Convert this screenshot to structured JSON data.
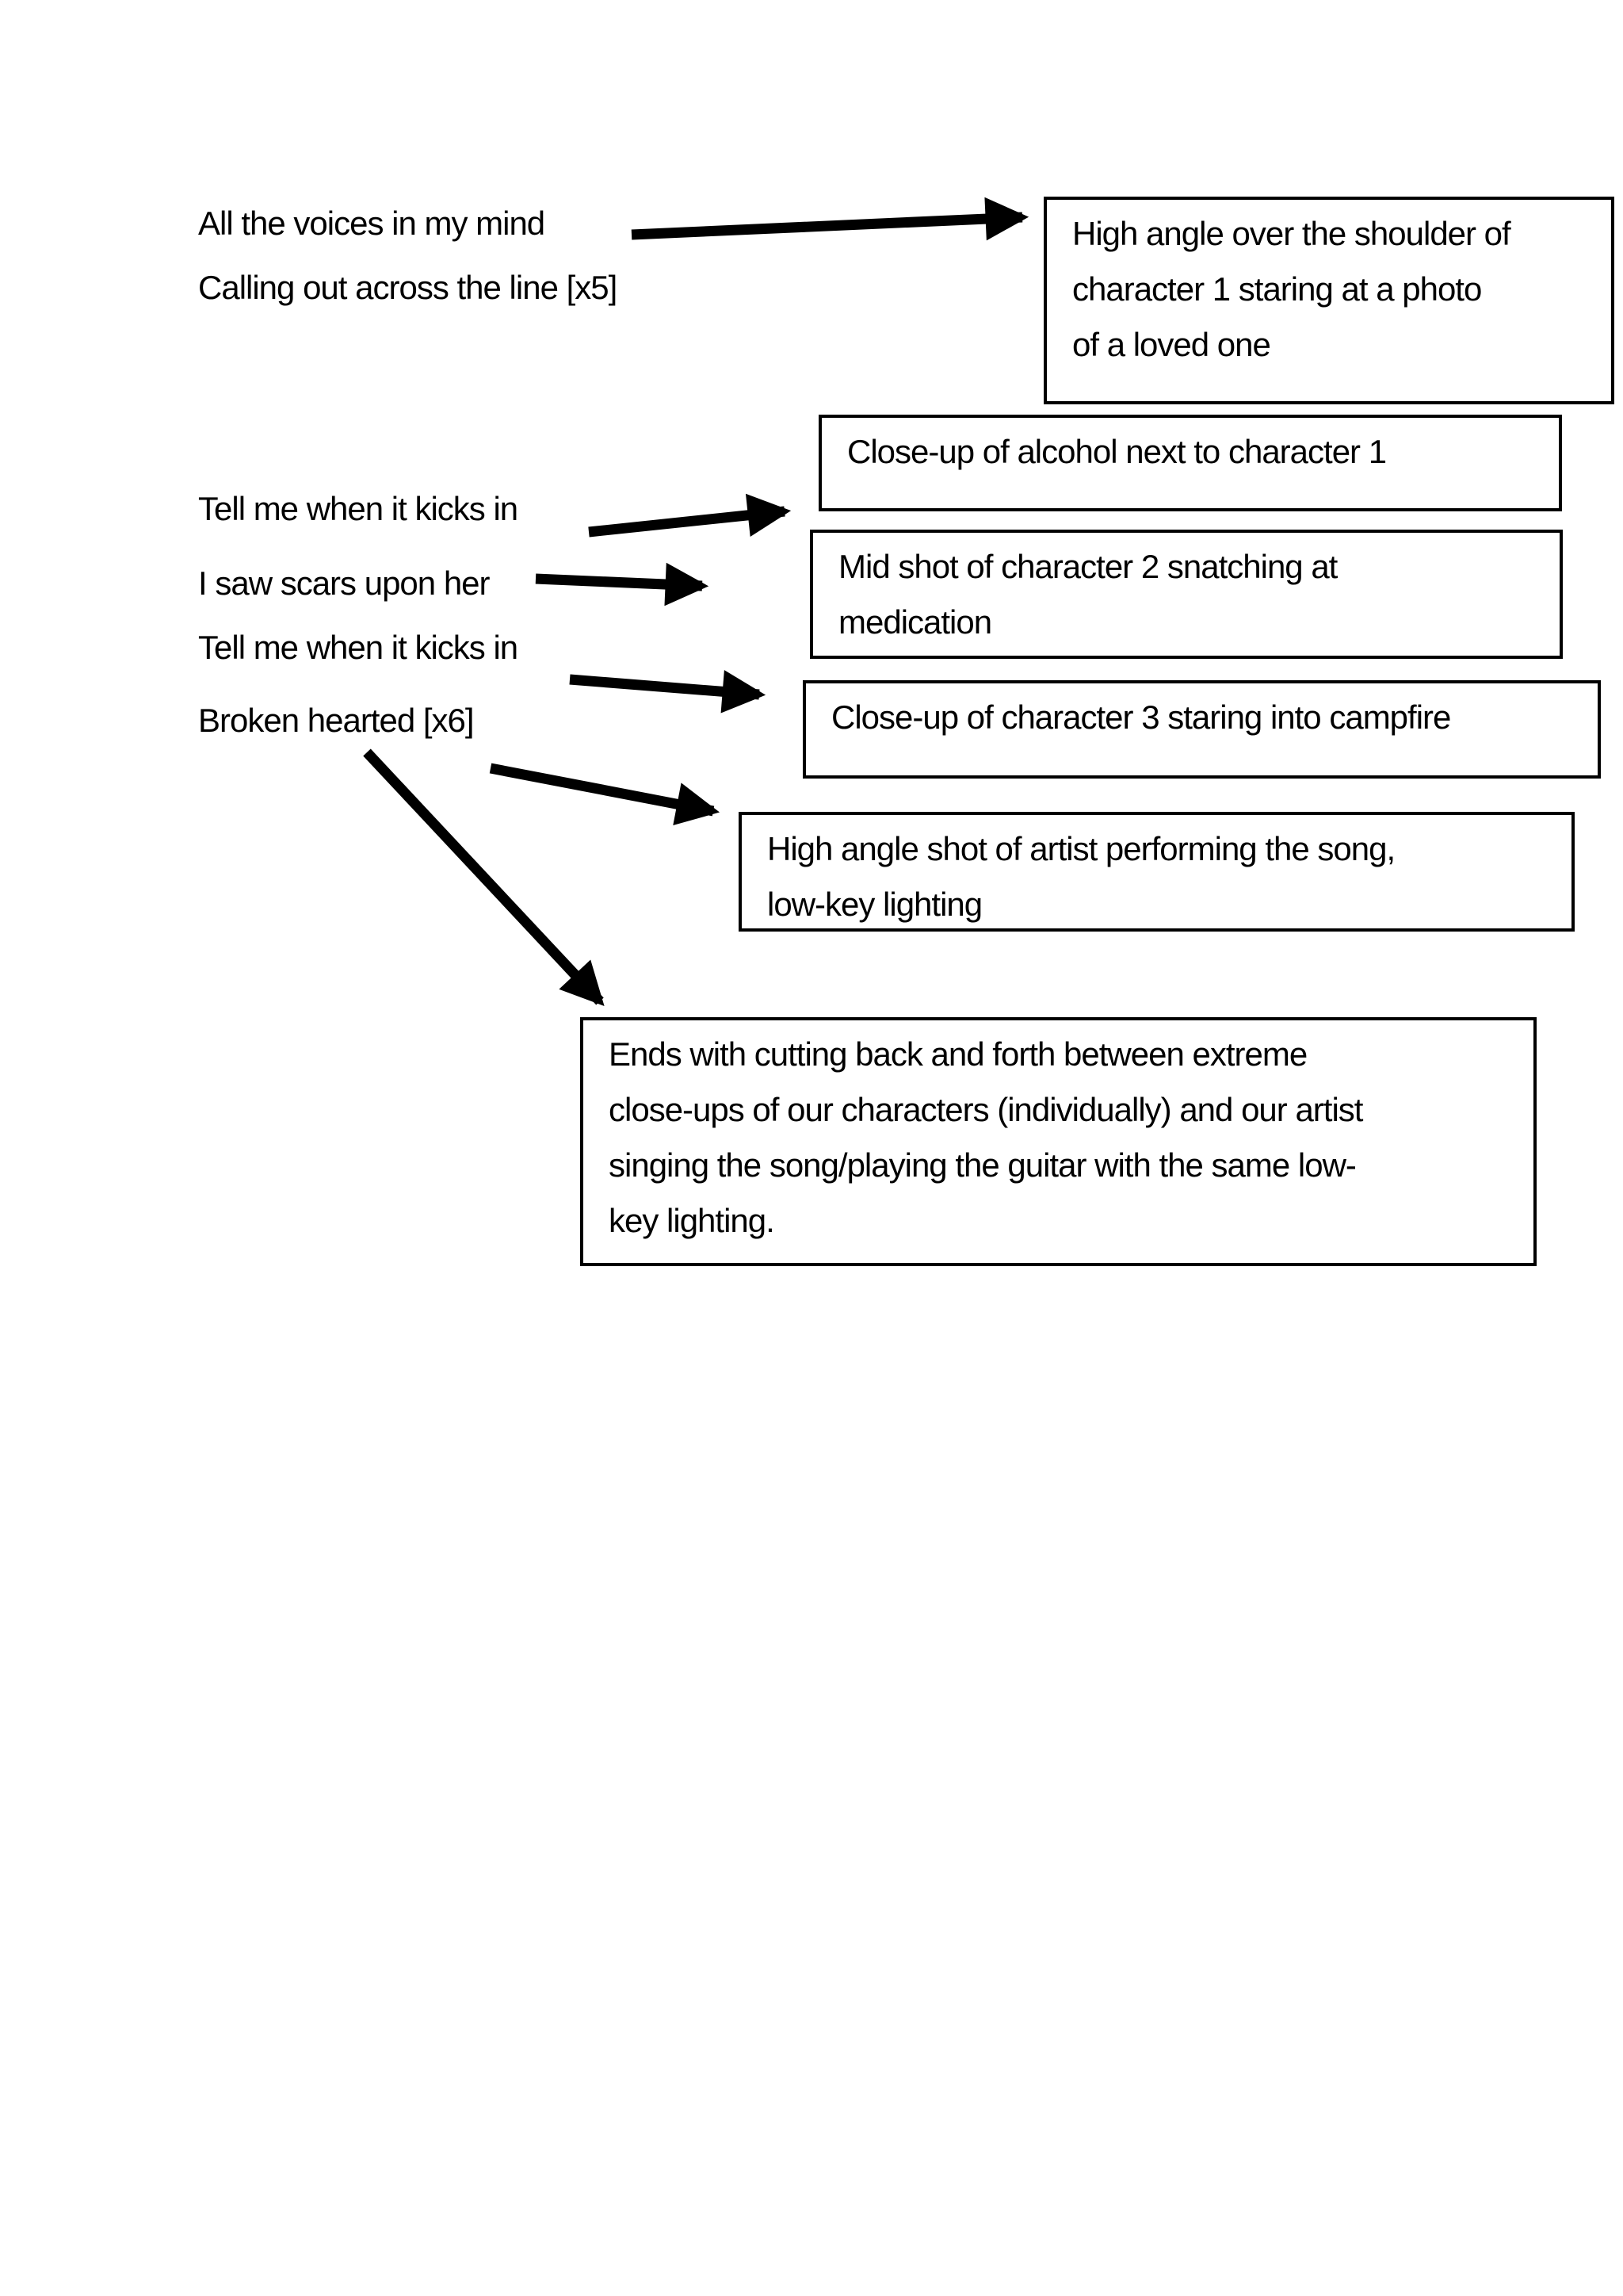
{
  "page": {
    "background": "#ffffff",
    "ink_color": "#000000",
    "description": "Music video shot-planning sheet: lyric lines linked by arrows to shot descriptions"
  },
  "lyrics": [
    {
      "text": "All the voices in my mind"
    },
    {
      "text": "Calling out across the line [x5]"
    },
    {
      "text": "Tell me when it kicks in"
    },
    {
      "text": "I saw scars upon her"
    },
    {
      "text": "Tell me when it kicks in"
    },
    {
      "text": "Broken hearted [x6]"
    }
  ],
  "shots": [
    {
      "lines": [
        "High angle over the shoulder of",
        "character 1 staring at a photo",
        "of a loved one"
      ]
    },
    {
      "lines": [
        "Close-up of alcohol next to character 1"
      ]
    },
    {
      "lines": [
        "Mid shot of character 2 snatching at",
        "medication"
      ]
    },
    {
      "lines": [
        "Close-up of character 3 staring into campfire"
      ]
    },
    {
      "lines": [
        "High angle shot of artist performing the song,",
        "low-key lighting"
      ]
    },
    {
      "lines": [
        "Ends with cutting back and forth between extreme",
        "close-ups of our characters (individually) and our artist",
        "singing the song/playing the guitar with the same low-",
        "key lighting."
      ]
    }
  ],
  "connections": [
    {
      "from_lyric": "All the voices in my mind",
      "to_shot": 1
    },
    {
      "from_lyric": "Tell me when it kicks in",
      "to_shot": 2
    },
    {
      "from_lyric": "I saw scars upon her",
      "to_shot": 3
    },
    {
      "from_lyric": "Tell me when it kicks in",
      "to_shot": 4
    },
    {
      "from_lyric": "Broken hearted [x6]",
      "to_shot": 5
    },
    {
      "from_lyric": "Broken hearted [x6]",
      "to_shot": 6
    }
  ]
}
